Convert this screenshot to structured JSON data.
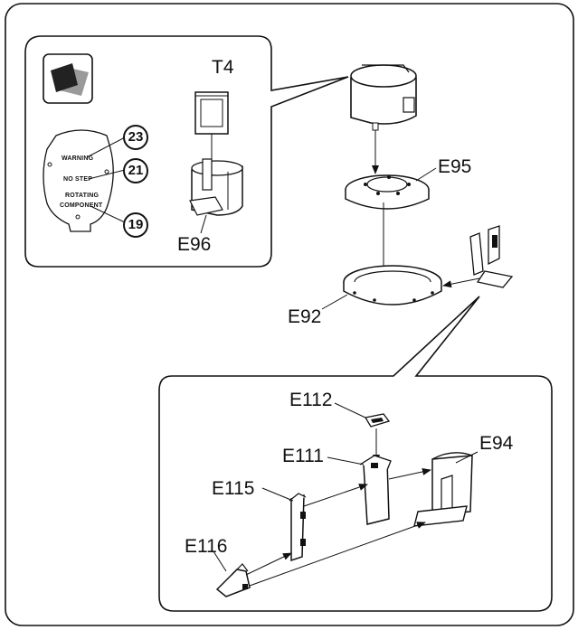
{
  "inset_top": {
    "decal_lines": [
      "WARNING",
      "NO STEP",
      "ROTATING",
      "COMPONENT"
    ],
    "callouts": [
      "23",
      "21",
      "19"
    ],
    "labels": {
      "t4": "T4",
      "e96": "E96"
    }
  },
  "main": {
    "labels": {
      "e95": "E95",
      "e92": "E92"
    }
  },
  "inset_bottom": {
    "labels": {
      "e112": "E112",
      "e111": "E111",
      "e94": "E94",
      "e115": "E115",
      "e116": "E116"
    }
  },
  "colors": {
    "line": "#111111",
    "panel": "#ffffff",
    "decal_dark": "#222222",
    "decal_light": "#9a9a9a"
  }
}
